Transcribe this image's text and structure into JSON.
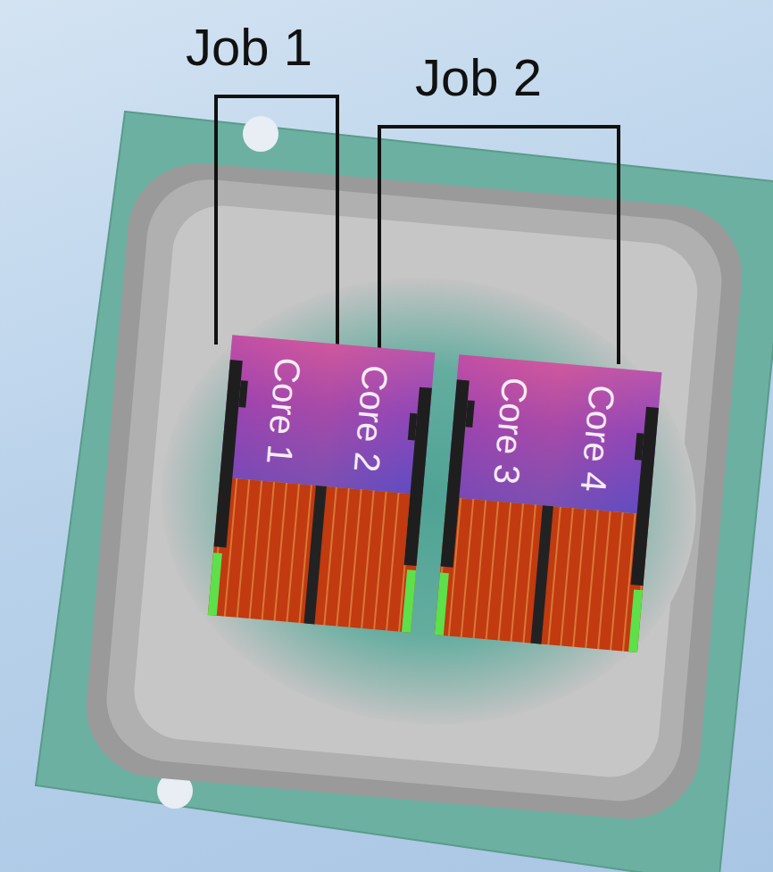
{
  "diagram": {
    "nodes": [
      {
        "text": [
          "Core 1"
        ]
      },
      {
        "text": [
          "Core 2"
        ]
      },
      {
        "text": [
          "Core 3"
        ]
      },
      {
        "text": [
          "Core 4"
        ]
      }
    ],
    "labels": [
      "Job 1",
      "Job 2"
    ]
  }
}
